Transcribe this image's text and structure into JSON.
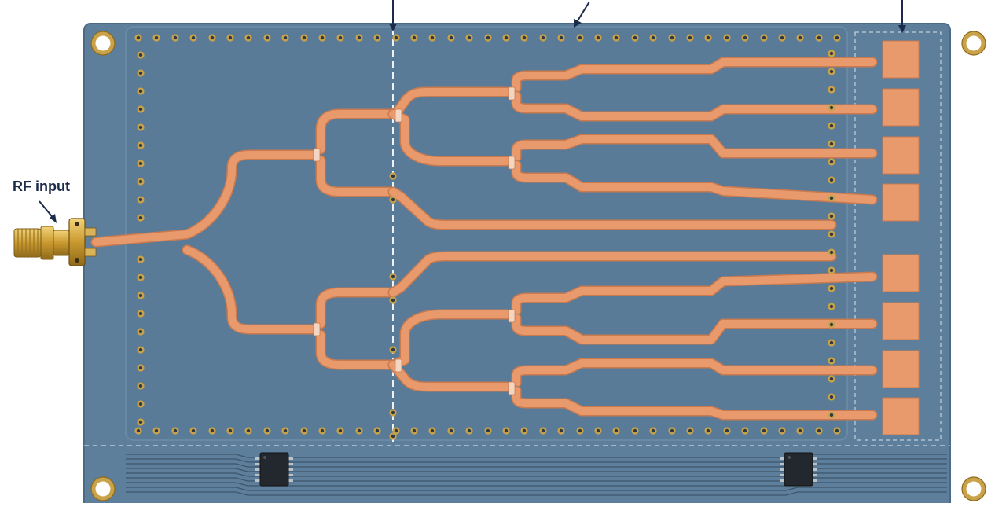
{
  "labels": {
    "rf_input": "RF input"
  },
  "colors": {
    "background": "#ffffff",
    "board": "#5d7f9b",
    "board_edge": "#4a6a86",
    "copper": "#e89a6c",
    "copper_edge": "#c97a4f",
    "via_ring": "#c9a24a",
    "via_hole": "#2d3a45",
    "annotation": "#1b2c4a",
    "dash": "#ffffff"
  },
  "counts": {
    "output_pads": 8,
    "ic_chips": 2,
    "mounting_holes": 4
  }
}
